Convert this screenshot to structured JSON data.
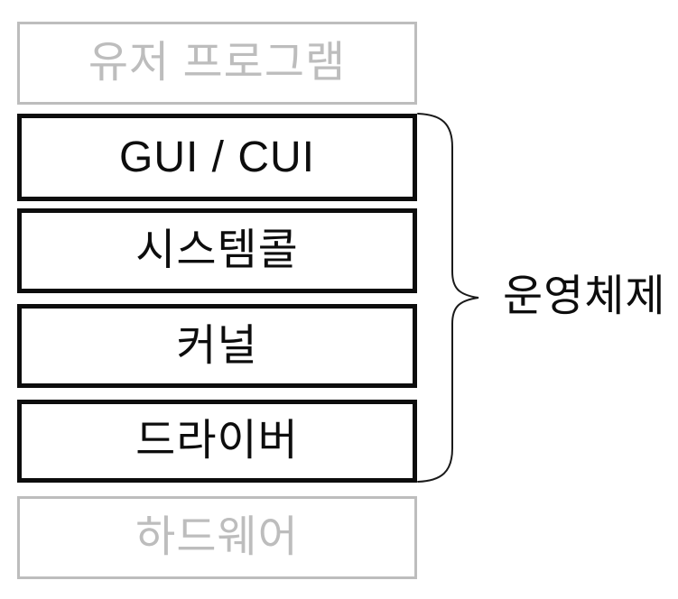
{
  "diagram": {
    "background_color": "#ffffff",
    "colors": {
      "inactive_gray": "#bdbdbd",
      "active_black": "#0d0d0d"
    },
    "layers": [
      {
        "label": "유저 프로그램",
        "state": "inactive"
      },
      {
        "label": "GUI / CUI",
        "state": "active"
      },
      {
        "label": "시스템콜",
        "state": "active"
      },
      {
        "label": "커널",
        "state": "active"
      },
      {
        "label": "드라이버",
        "state": "active"
      },
      {
        "label": "하드웨어",
        "state": "inactive"
      }
    ],
    "group": {
      "label": "운영체제",
      "members": [
        "GUI / CUI",
        "시스템콜",
        "커널",
        "드라이버"
      ]
    }
  }
}
